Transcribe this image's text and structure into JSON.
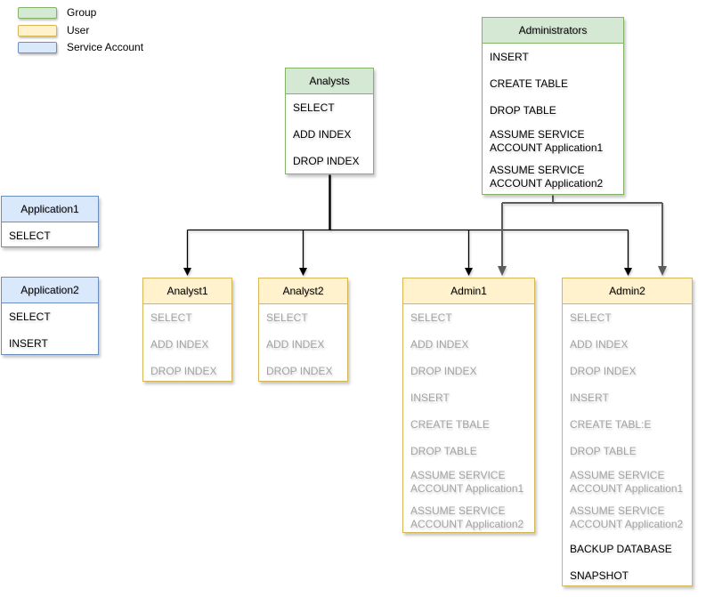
{
  "legend": {
    "items": [
      {
        "label": "Group",
        "fill": "#d5e8d4",
        "border": "#82b366"
      },
      {
        "label": "User",
        "fill": "#fff2cc",
        "border": "#d6b656"
      },
      {
        "label": "Service Account",
        "fill": "#dae8fc",
        "border": "#6c8ebf"
      }
    ]
  },
  "nodes": {
    "administrators": {
      "title": "Administrators",
      "type": "group",
      "items": [
        "INSERT",
        "CREATE TABLE",
        "DROP TABLE",
        "ASSUME SERVICE ACCOUNT Application1",
        "ASSUME SERVICE ACCOUNT Application2"
      ]
    },
    "analysts": {
      "title": "Analysts",
      "type": "group",
      "items": [
        "SELECT",
        "ADD INDEX",
        "DROP INDEX"
      ]
    },
    "application1": {
      "title": "Application1",
      "type": "service-account",
      "items": [
        "SELECT"
      ]
    },
    "application2": {
      "title": "Application2",
      "type": "service-account",
      "items": [
        "SELECT",
        "INSERT"
      ]
    },
    "analyst1": {
      "title": "Analyst1",
      "type": "user",
      "items": [
        "SELECT",
        "ADD INDEX",
        "DROP INDEX"
      ]
    },
    "analyst2": {
      "title": "Analyst2",
      "type": "user",
      "items": [
        "SELECT",
        "ADD INDEX",
        "DROP INDEX"
      ]
    },
    "admin1": {
      "title": "Admin1",
      "type": "user",
      "items": [
        "SELECT",
        "ADD INDEX",
        "DROP INDEX",
        "INSERT",
        "CREATE TBALE",
        "DROP TABLE",
        "ASSUME SERVICE ACCOUNT Application1",
        "ASSUME SERVICE ACCOUNT Application2"
      ]
    },
    "admin2": {
      "title": "Admin2",
      "type": "user",
      "items": [
        "SELECT",
        "ADD INDEX",
        "DROP INDEX",
        "INSERT",
        "CREATE TABL:E",
        "DROP TABLE",
        "ASSUME SERVICE ACCOUNT Application1",
        "ASSUME SERVICE ACCOUNT Application2",
        "BACKUP DATABASE",
        "SNAPSHOT"
      ]
    }
  },
  "edges": [
    {
      "from": "Analysts",
      "to": "Analyst1"
    },
    {
      "from": "Analysts",
      "to": "Analyst2"
    },
    {
      "from": "Analysts",
      "to": "Admin1"
    },
    {
      "from": "Analysts",
      "to": "Admin2"
    },
    {
      "from": "Administrators",
      "to": "Admin1"
    },
    {
      "from": "Administrators",
      "to": "Admin2"
    }
  ],
  "colors": {
    "group_fill": "#d5e8d4",
    "group_border": "#82b366",
    "user_fill": "#fff2cc",
    "user_border": "#d6b656",
    "service_fill": "#dae8fc",
    "service_border": "#6c8ebf",
    "muted_text": "#a3a3a3",
    "edge_analysts": "#000000",
    "edge_administrators": "#5c5c5c"
  }
}
